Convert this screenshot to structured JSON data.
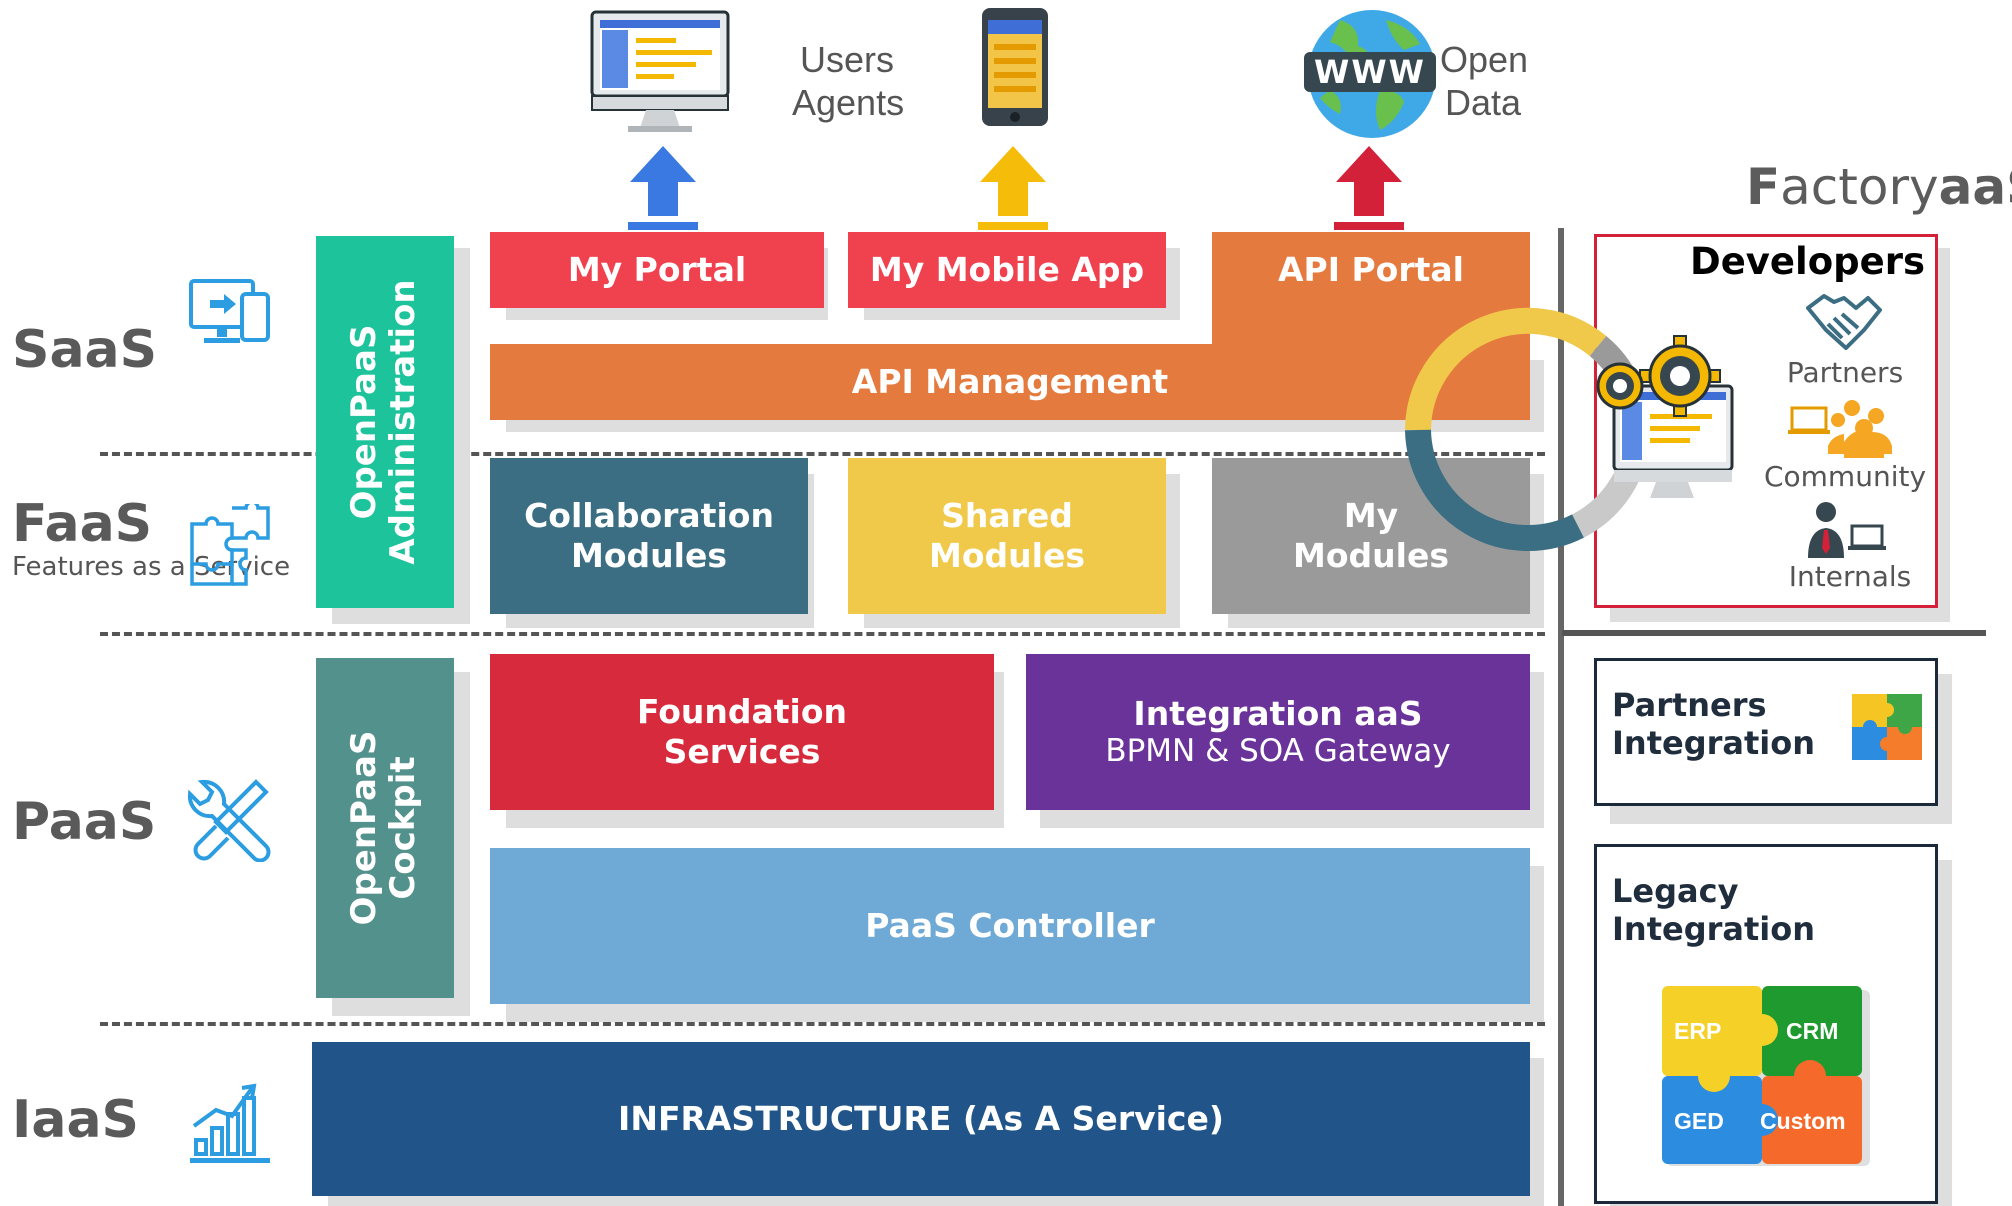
{
  "top": {
    "users_agents": [
      "Users",
      "Agents"
    ],
    "open_data": [
      "Open",
      "Data"
    ],
    "www_text": "WWW"
  },
  "brand": {
    "prefix": "F",
    "middle": "actory",
    "suffix": "aaS"
  },
  "layers": {
    "saas": "SaaS",
    "faas": "FaaS",
    "faas_sub": "Features as a Service",
    "paas": "PaaS",
    "iaas": "IaaS"
  },
  "vertical": {
    "admin_line1": "OpenPaaS",
    "admin_line2": "Administration",
    "cockpit_line1": "OpenPaaS",
    "cockpit_line2": "Cockpit"
  },
  "blocks": {
    "my_portal": "My Portal",
    "my_mobile_app": "My Mobile App",
    "api_portal": "API Portal",
    "api_management": "API Management",
    "collab_1": "Collaboration",
    "collab_2": "Modules",
    "shared_1": "Shared",
    "shared_2": "Modules",
    "my_mod_1": "My",
    "my_mod_2": "Modules",
    "foundation_1": "Foundation",
    "foundation_2": "Services",
    "integration_1": "Integration aaS",
    "integration_2": "BPMN & SOA Gateway",
    "paas_controller": "PaaS Controller",
    "infrastructure": "INFRASTRUCTURE (As A Service)"
  },
  "developers": {
    "title": "Developers",
    "partners": "Partners",
    "community": "Community",
    "internals": "Internals"
  },
  "partners_integration": [
    "Partners",
    "Integration"
  ],
  "legacy_integration": [
    "Legacy",
    "Integration"
  ],
  "legacy_puzzle": {
    "erp": "ERP",
    "crm": "CRM",
    "ged": "GED",
    "custom": "Custom"
  },
  "colors": {
    "my_portal": "#f0414f",
    "api": "#e57a3e",
    "collab": "#3b6e83",
    "shared": "#f0c94a",
    "my_modules": "#9a9a9a",
    "foundation": "#d72a3c",
    "integration": "#6a3399",
    "paas_controller": "#6fa9d6",
    "infrastructure": "#21558a",
    "admin": "#1dc39a",
    "cockpit": "#53918d"
  }
}
